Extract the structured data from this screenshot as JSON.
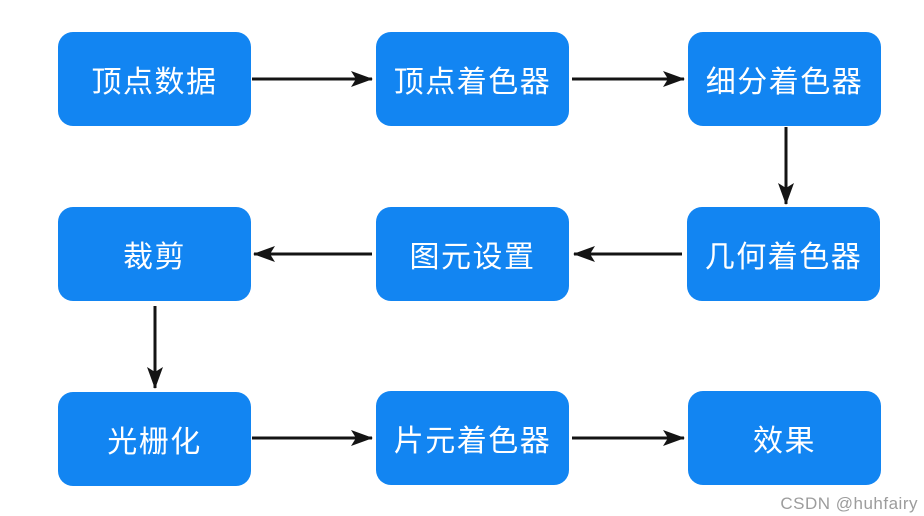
{
  "diagram": {
    "title_hint": "rendering-pipeline-flowchart",
    "nodes": [
      {
        "id": "vertex-data",
        "label": "顶点数据"
      },
      {
        "id": "vertex-shader",
        "label": "顶点着色器"
      },
      {
        "id": "tessellation-shader",
        "label": "细分着色器"
      },
      {
        "id": "geometry-shader",
        "label": "几何着色器"
      },
      {
        "id": "primitive-setup",
        "label": "图元设置"
      },
      {
        "id": "clipping",
        "label": "裁剪"
      },
      {
        "id": "rasterization",
        "label": "光栅化"
      },
      {
        "id": "fragment-shader",
        "label": "片元着色器"
      },
      {
        "id": "effect",
        "label": "效果"
      }
    ],
    "edges": [
      {
        "from": "vertex-data",
        "to": "vertex-shader",
        "direction": "right"
      },
      {
        "from": "vertex-shader",
        "to": "tessellation-shader",
        "direction": "right"
      },
      {
        "from": "tessellation-shader",
        "to": "geometry-shader",
        "direction": "down"
      },
      {
        "from": "geometry-shader",
        "to": "primitive-setup",
        "direction": "left"
      },
      {
        "from": "primitive-setup",
        "to": "clipping",
        "direction": "left"
      },
      {
        "from": "clipping",
        "to": "rasterization",
        "direction": "down"
      },
      {
        "from": "rasterization",
        "to": "fragment-shader",
        "direction": "right"
      },
      {
        "from": "fragment-shader",
        "to": "effect",
        "direction": "right"
      }
    ],
    "colors": {
      "node_fill": "#1285f2",
      "node_text": "#ffffff",
      "arrow": "#141414"
    }
  },
  "watermark": {
    "text": "CSDN @huhfairy",
    "color": "#9c9c9c"
  }
}
